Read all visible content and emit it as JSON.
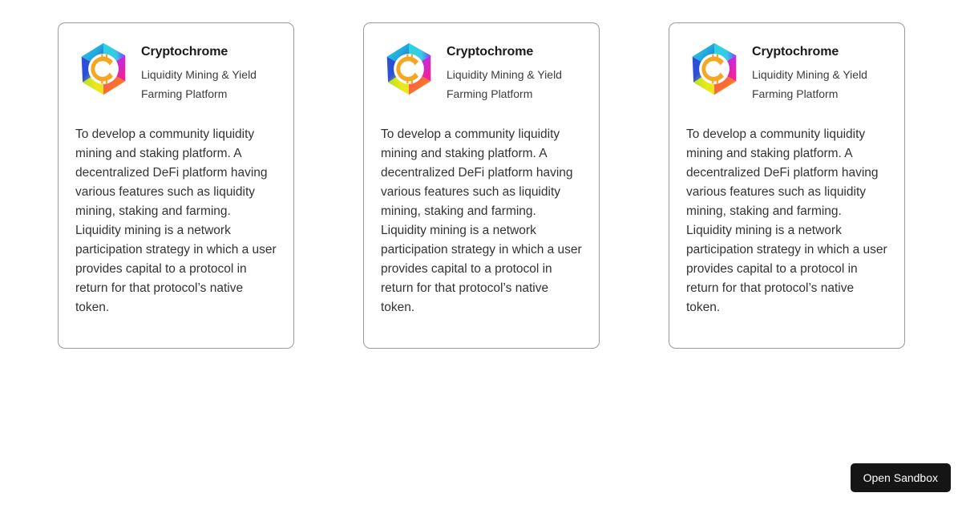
{
  "page": {
    "background_color": "#ffffff"
  },
  "cards": [
    {
      "logo_icon": "cryptochrome-hexagon-logo-icon",
      "title": "Cryptochrome",
      "subtitle": "Liquidity Mining & Yield Farming Platform",
      "description": "To develop a community liquidity mining and staking platform. A decentralized DeFi platform having various features such as liquidity mining, staking and farming. Liquidity mining is a network participation strategy in which a user provides capital to a protocol in return for that protocol’s native token."
    },
    {
      "logo_icon": "cryptochrome-hexagon-logo-icon",
      "title": "Cryptochrome",
      "subtitle": "Liquidity Mining & Yield Farming Platform",
      "description": "To develop a community liquidity mining and staking platform. A decentralized DeFi platform having various features such as liquidity mining, staking and farming. Liquidity mining is a network participation strategy in which a user provides capital to a protocol in return for that protocol’s native token."
    },
    {
      "logo_icon": "cryptochrome-hexagon-logo-icon",
      "title": "Cryptochrome",
      "subtitle": "Liquidity Mining & Yield Farming Platform",
      "description": "To develop a community liquidity mining and staking platform. A decentralized DeFi platform having various features such as liquidity mining, staking and farming. Liquidity mining is a network participation strategy in which a user provides capital to a protocol in return for that protocol’s native token."
    }
  ],
  "sandbox": {
    "label": "Open Sandbox",
    "background_color": "#151515",
    "text_color": "#ffffff"
  },
  "colors": {
    "card_border": "#9a9a9a",
    "title_text": "#1a1a1a",
    "body_text": "#333333",
    "logo_cyan": "#2ad4dd",
    "logo_teal": "#1fd0c3",
    "logo_blue": "#2b4fd8",
    "logo_purple": "#7b2ff7",
    "logo_violet": "#9b30e0",
    "logo_magenta": "#f0219a",
    "logo_pink": "#ff4d8d",
    "logo_orange": "#f59a1e",
    "logo_yellow": "#f2e61c",
    "logo_c_glyph": "#f5a623"
  }
}
